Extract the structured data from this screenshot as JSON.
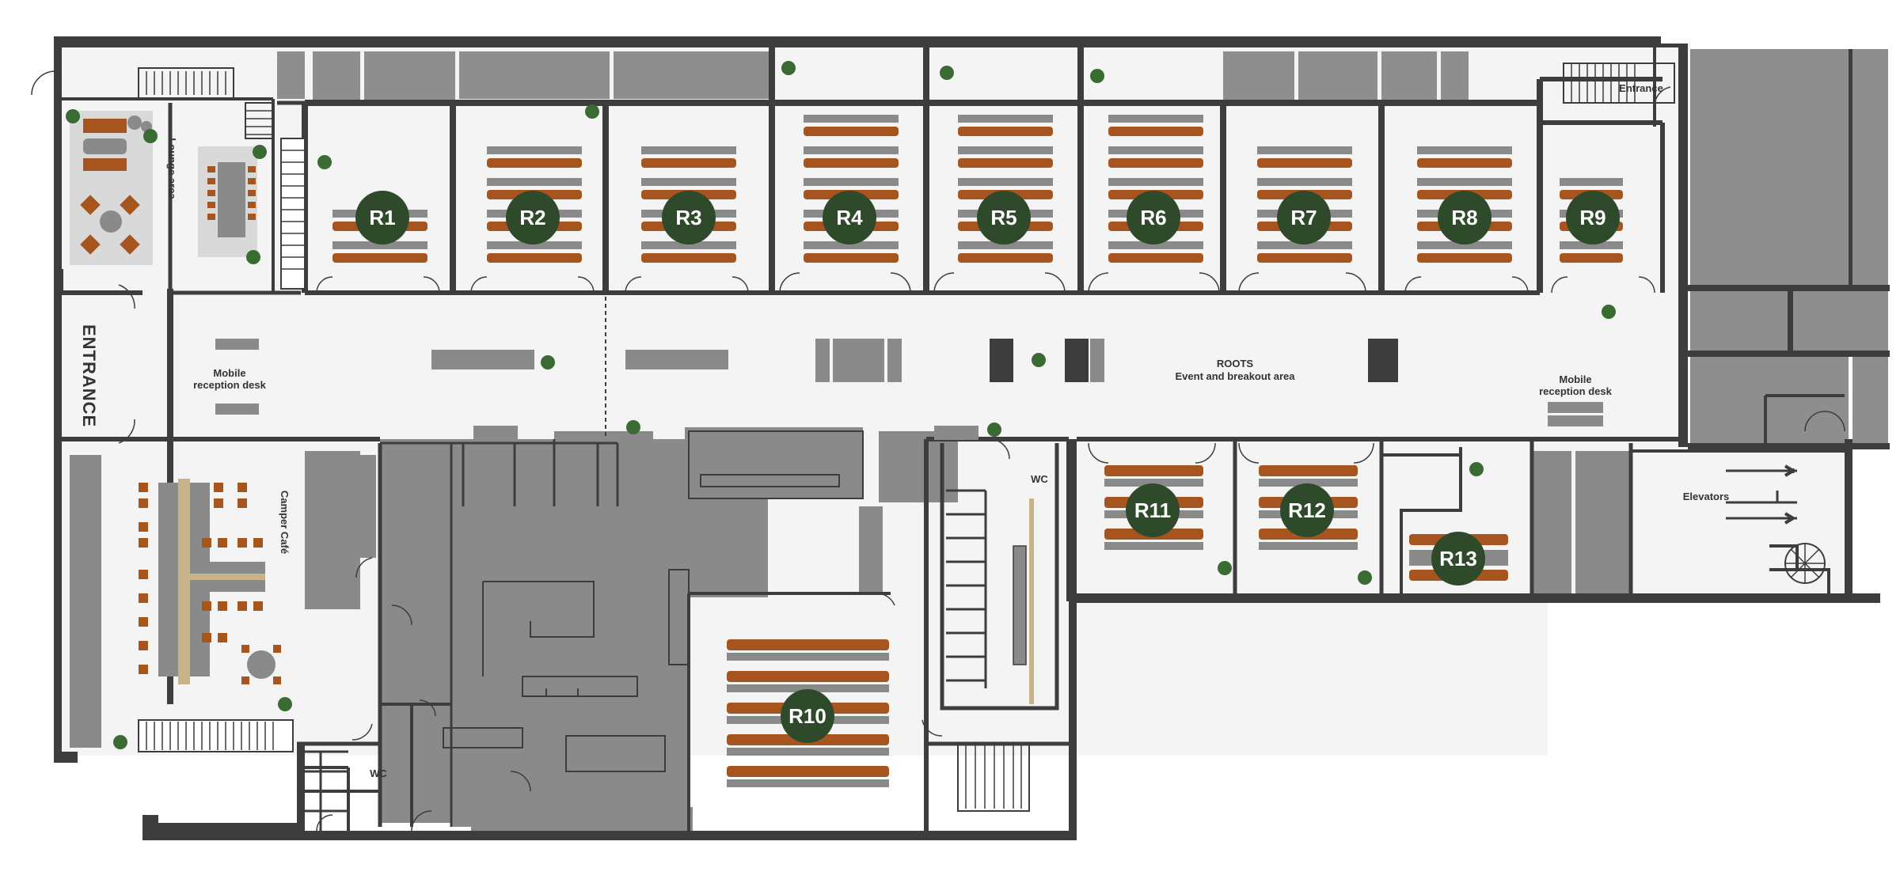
{
  "rooms": {
    "r1": "R1",
    "r2": "R2",
    "r3": "R3",
    "r4": "R4",
    "r5": "R5",
    "r6": "R6",
    "r7": "R7",
    "r8": "R8",
    "r9": "R9",
    "r10": "R10",
    "r11": "R11",
    "r12": "R12",
    "r13": "R13"
  },
  "labels": {
    "entrance_main": "ENTRANCE",
    "entrance_top": "Entrance",
    "lounge": "Lounge area",
    "mobile_desk_left_1": "Mobile",
    "mobile_desk_left_2": "reception desk",
    "mobile_desk_right_1": "Mobile",
    "mobile_desk_right_2": "reception desk",
    "roots_1": "ROOTS",
    "roots_2": "Event and breakout area",
    "cafe": "Camper Café",
    "wc_top": "WC",
    "wc_bottom": "WC",
    "elevators": "Elevators"
  },
  "colors": {
    "wall": "#3d3d3d",
    "floor": "#f4f4f4",
    "service": "#8a8a8a",
    "badge": "#2f4a2b",
    "chair": "#a6551f",
    "plant": "#3a6b32"
  }
}
